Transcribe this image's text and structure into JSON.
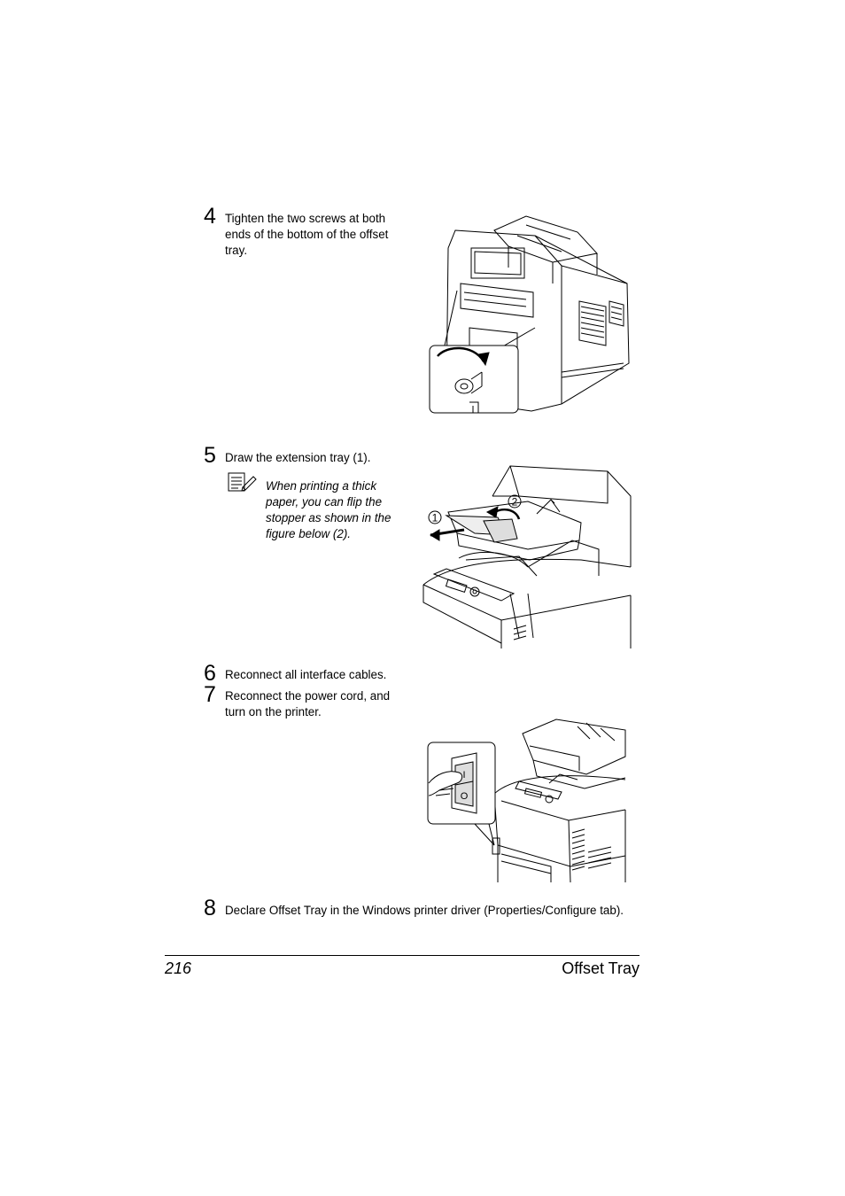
{
  "steps": [
    {
      "num": "4",
      "text": "Tighten the two screws at both ends of the bottom of the offset tray."
    },
    {
      "num": "5",
      "text": "Draw the extension tray (1).",
      "note": "When printing a thick paper, you can flip the stopper as shown in the figure below (2)."
    },
    {
      "num": "6",
      "text": "Reconnect all interface cables."
    },
    {
      "num": "7",
      "text": "Reconnect the power cord, and turn on the printer."
    },
    {
      "num": "8",
      "text": "Declare Offset Tray in the Windows printer driver (Properties/Configure tab)."
    }
  ],
  "figure2": {
    "callout1": "1",
    "callout2": "2"
  },
  "figure3": {
    "switch_on": "I",
    "switch_off": "O"
  },
  "footer": {
    "page_number": "216",
    "section_title": "Offset Tray"
  }
}
